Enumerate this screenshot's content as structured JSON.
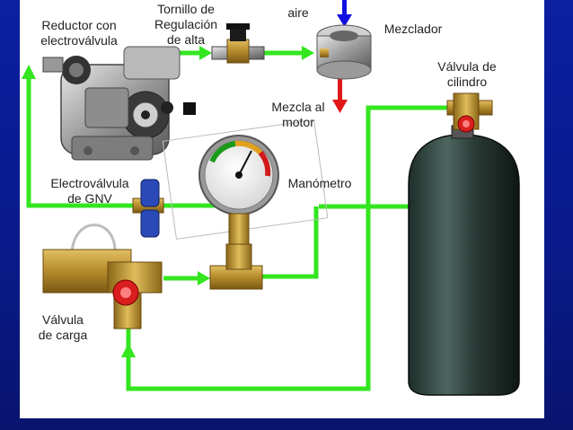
{
  "labels": {
    "reductor": "Reductor con\nelectroválvula",
    "tornillo": "Tornillo de\nRegulación\nde alta",
    "aire": "aire",
    "mezclador": "Mezclador",
    "valvula_cilindro": "Válvula de\ncilindro",
    "mezcla_motor": "Mezcla al\nmotor",
    "electrovalvula_gnv": "Electroválvula\nde GNV",
    "manometro": "Manómetro",
    "valvula_carga": "Válvula\nde carga"
  },
  "colors": {
    "pipe": "#33e61f",
    "air_arrow": "#1010e0",
    "mix_arrow": "#e01818",
    "panel": "#ffffff",
    "background": "#0a1a8c"
  },
  "icons": {
    "reductor": "pressure-reducer-icon",
    "tornillo": "adjustment-screw-icon",
    "mezclador": "gas-mixer-icon",
    "valvula_cilindro": "cylinder-valve-icon",
    "cilindro": "gas-cylinder-icon",
    "manometro": "pressure-gauge-icon",
    "electrovalvula": "solenoid-valve-icon",
    "valvula_carga": "filling-valve-icon"
  }
}
